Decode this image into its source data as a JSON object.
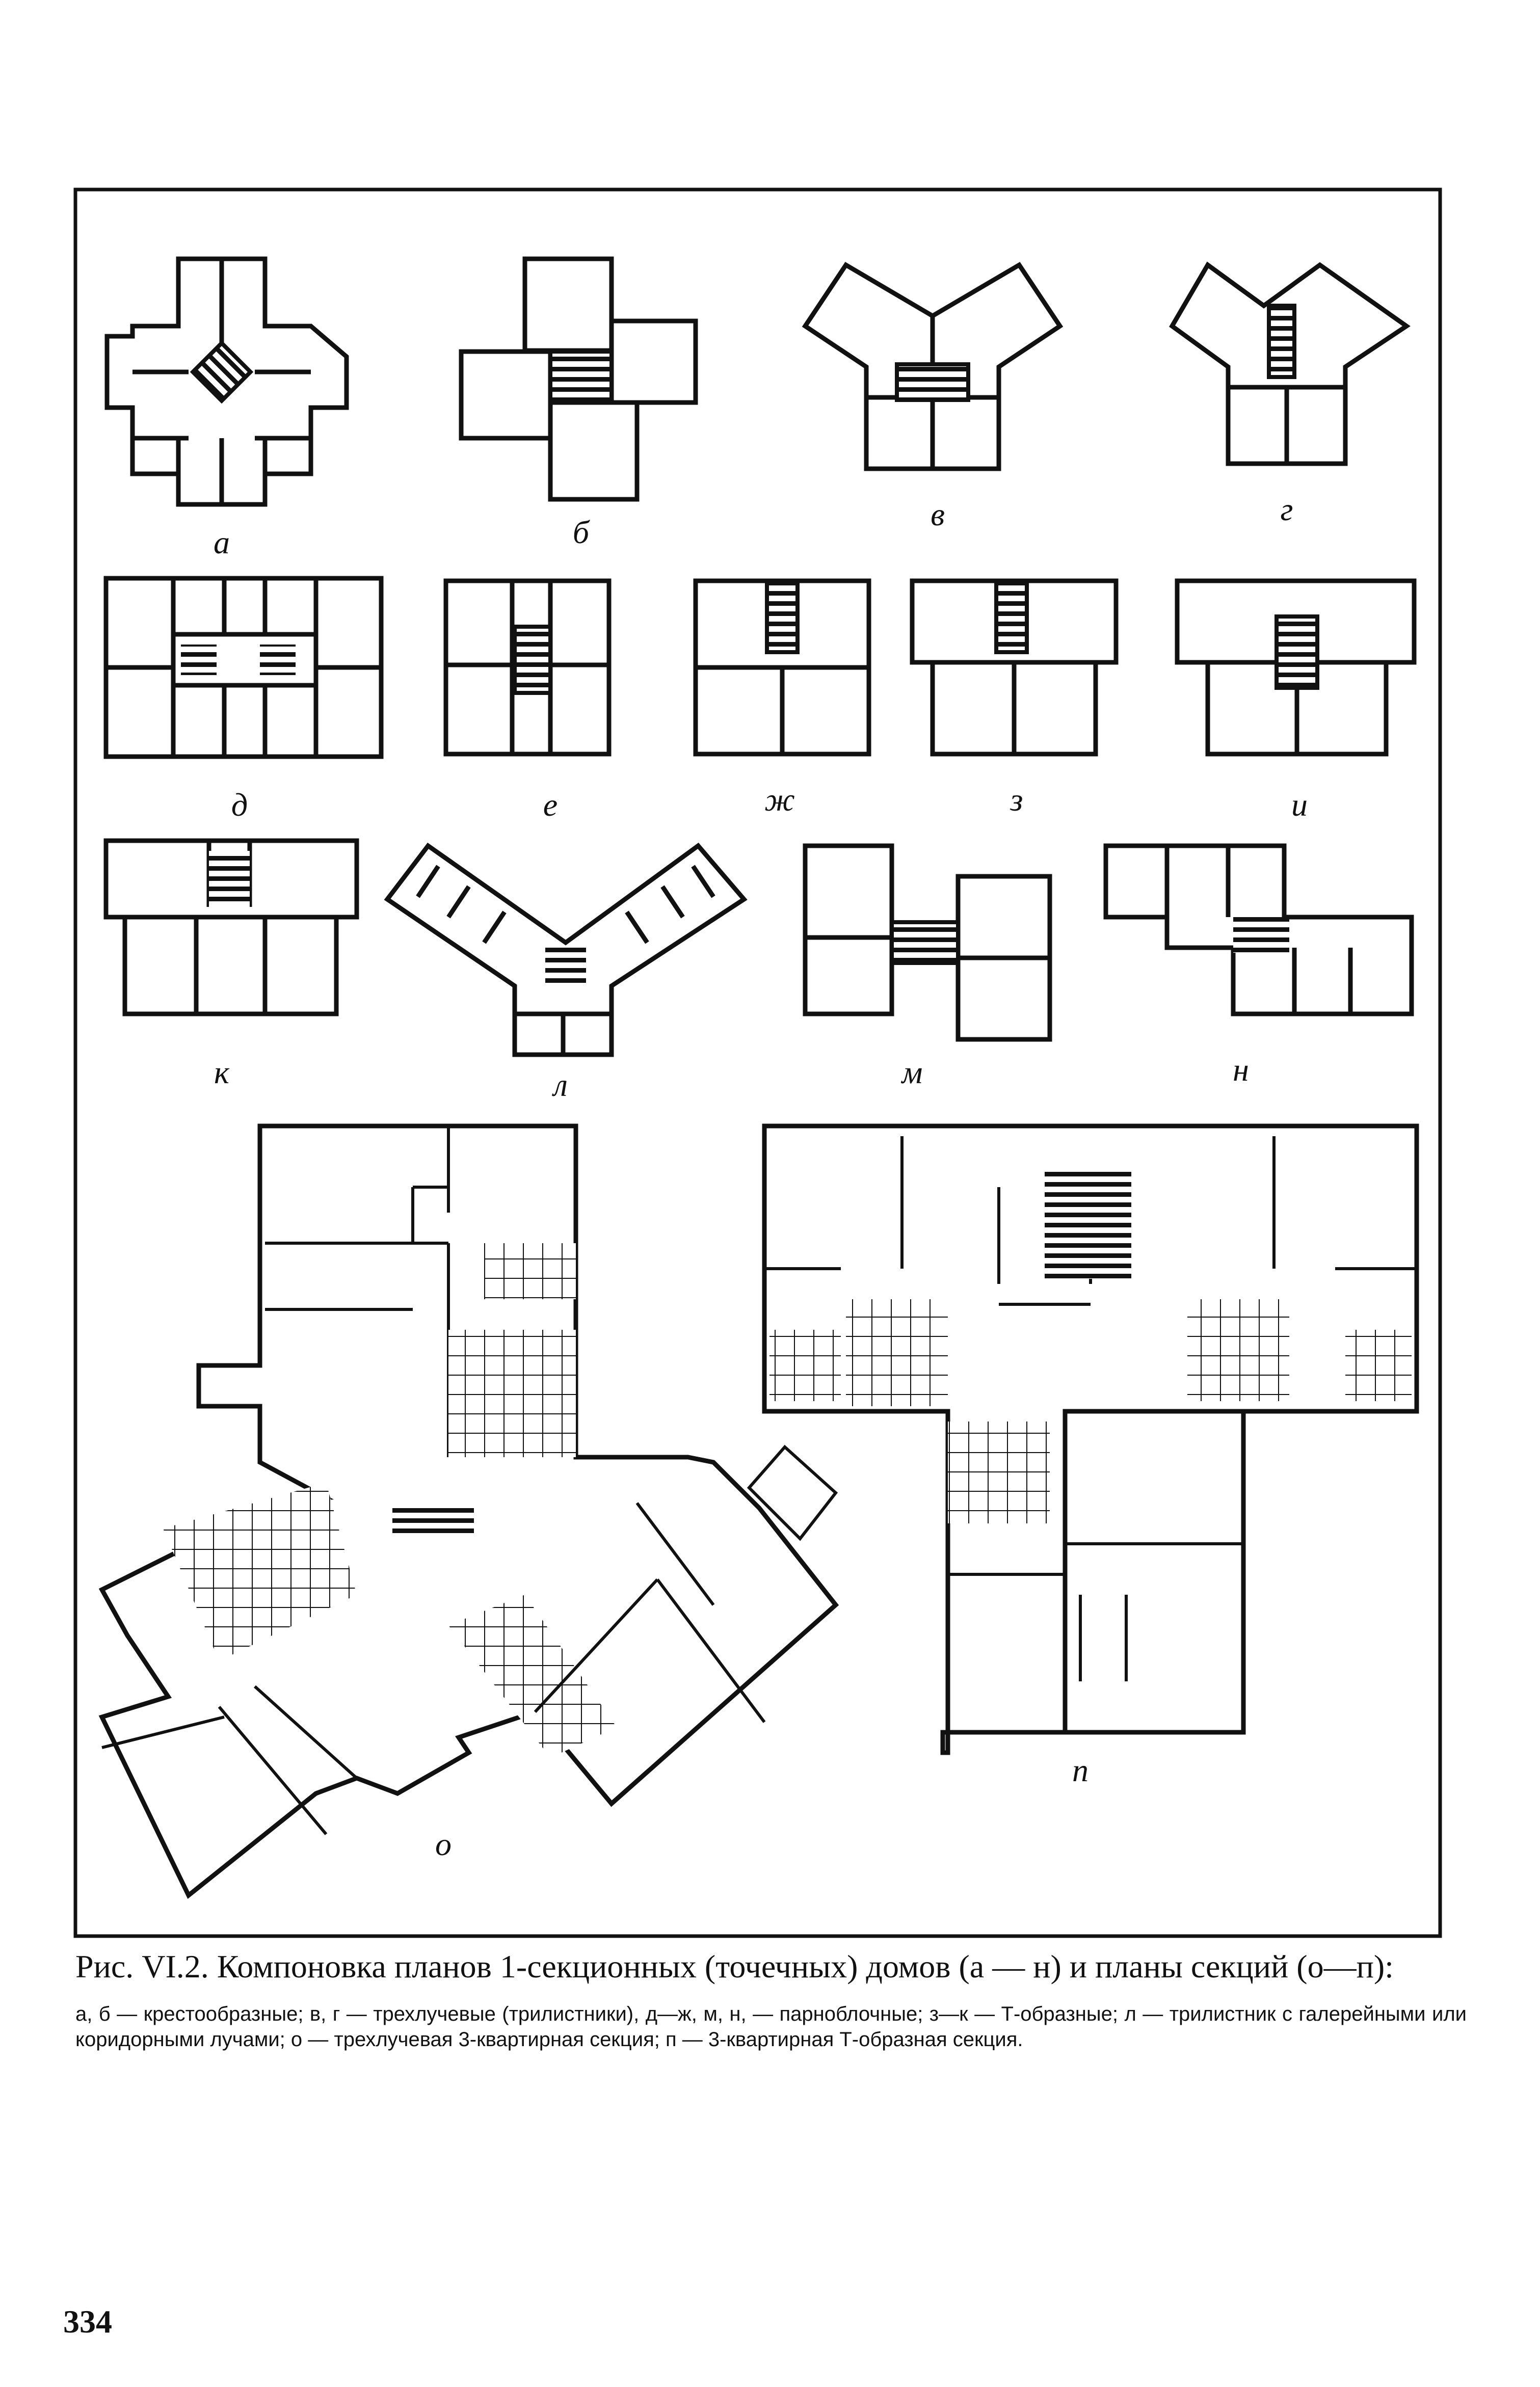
{
  "figure": {
    "labels": {
      "a": "а",
      "b": "б",
      "v": "в",
      "g": "г",
      "d": "д",
      "e": "е",
      "zh": "ж",
      "z": "з",
      "i": "и",
      "k": "к",
      "l": "л",
      "m": "м",
      "n": "н",
      "o": "о",
      "p": "п"
    }
  },
  "caption": {
    "title": "Рис. VI.2. Компоновка планов 1-секционных (точечных) домов (а — н) и планы секций (о—п):",
    "body": "а, б — крестообразные; в, г — трехлучевые (трилистники), д—ж, м, н, — парноблочные; з—к — Т-образные; л — трилистник с галерейными или коридорными лучами; о — трехлучевая 3-квартирная секция; п — 3-квартирная Т-образная секция."
  },
  "page": {
    "number": "334"
  }
}
